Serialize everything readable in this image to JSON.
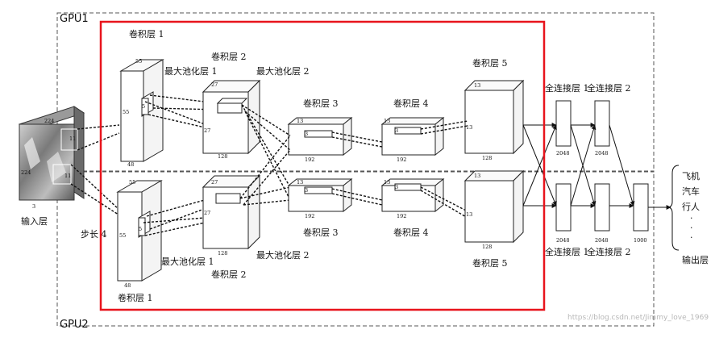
{
  "gpu": {
    "top": "GPU1",
    "bottom": "GPU2"
  },
  "input": {
    "label": "输入层",
    "w": "224",
    "h": "224",
    "d": "3",
    "k1": "11",
    "k2": "11",
    "stride": "步长 4"
  },
  "gpu1": {
    "conv1": {
      "label": "卷积层 1",
      "dim": "55",
      "dim2": "55",
      "depth": "48",
      "k": "5",
      "k2": "5"
    },
    "pool1": {
      "label": "最大池化层 1"
    },
    "conv2": {
      "label": "卷积层 2",
      "dim": "27",
      "dim2": "27",
      "depth": "128"
    },
    "pool2": {
      "label": "最大池化层 2"
    },
    "conv3": {
      "label": "卷积层 3",
      "dim": "13",
      "dim2": "3",
      "depth": "192"
    },
    "conv4": {
      "label": "卷积层 4",
      "dim": "13",
      "dim2": "3",
      "depth": "192"
    },
    "conv5": {
      "label": "卷积层 5",
      "dim": "13",
      "dim2": "13",
      "depth": "128"
    },
    "fc1": {
      "label": "全连接层 1",
      "size": "2048"
    },
    "fc2": {
      "label": "全连接层 2",
      "size": "2048"
    }
  },
  "gpu2": {
    "conv1": {
      "label": "卷积层 1",
      "dim": "55",
      "dim2": "55",
      "depth": "48",
      "k": "5",
      "k2": "5"
    },
    "pool1": {
      "label": "最大池化层 1"
    },
    "conv2": {
      "label": "卷积层 2",
      "dim": "27",
      "dim2": "27",
      "depth": "128"
    },
    "pool2": {
      "label": "最大池化层 2"
    },
    "conv3": {
      "label": "卷积层 3",
      "dim": "13",
      "dim2": "3",
      "depth": "192"
    },
    "conv4": {
      "label": "卷积层 4",
      "dim": "13",
      "dim2": "3",
      "depth": "192"
    },
    "conv5": {
      "label": "卷积层 5",
      "dim": "13",
      "dim2": "13",
      "depth": "128"
    },
    "fc1": {
      "label": "全连接层 1",
      "size": "2048"
    },
    "fc2": {
      "label": "全连接层 2",
      "size": "2048"
    }
  },
  "output": {
    "fc_size": "1000",
    "label": "输出层",
    "classes": [
      "飞机",
      "汽车",
      "行人",
      "·",
      "·",
      "·"
    ]
  },
  "watermark": "https://blog.csdn.net/Jimmy_love_1969",
  "colors": {
    "highlight": "#e8141c",
    "line": "#111111"
  }
}
